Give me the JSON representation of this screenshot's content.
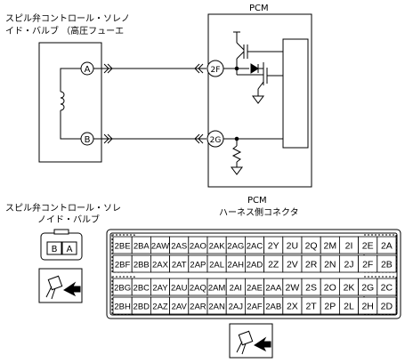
{
  "top": {
    "component_label_line1": "スピル弁コントロール・ソレノ",
    "component_label_line2": "イド・バルブ （高圧フューエ",
    "pcm_label": "PCM",
    "pins": {
      "a": "A",
      "b": "B",
      "f2": "2F",
      "g2": "2G"
    }
  },
  "connector_small": {
    "label_line1": "スピル弁コントロール・ソレ",
    "label_line2": "ノイド・バルブ",
    "pins": [
      "B",
      "A"
    ]
  },
  "pcm_connector": {
    "title_line1": "PCM",
    "title_line2": "ハーネス側コネクタ",
    "rows": [
      [
        "2BE",
        "2BA",
        "2AW",
        "2AS",
        "2AO",
        "2AK",
        "2AG",
        "2AC",
        "2Y",
        "2U",
        "2Q",
        "2M",
        "2I",
        "2E",
        "2A"
      ],
      [
        "2BF",
        "2BB",
        "2AX",
        "2AT",
        "2AP",
        "2AL",
        "2AH",
        "2AD",
        "2Z",
        "2V",
        "2R",
        "2N",
        "2J",
        "2F",
        "2B"
      ],
      [
        "2BG",
        "2BC",
        "2AY",
        "2AU",
        "2AQ",
        "2AM",
        "2AI",
        "2AE",
        "2AA",
        "2W",
        "2S",
        "2O",
        "2K",
        "2G",
        "2C"
      ],
      [
        "2BH",
        "2BD",
        "2AZ",
        "2AV",
        "2AR",
        "2AN",
        "2AJ",
        "2AF",
        "2AB",
        "2X",
        "2T",
        "2P",
        "2L",
        "2H",
        "2D"
      ]
    ]
  }
}
